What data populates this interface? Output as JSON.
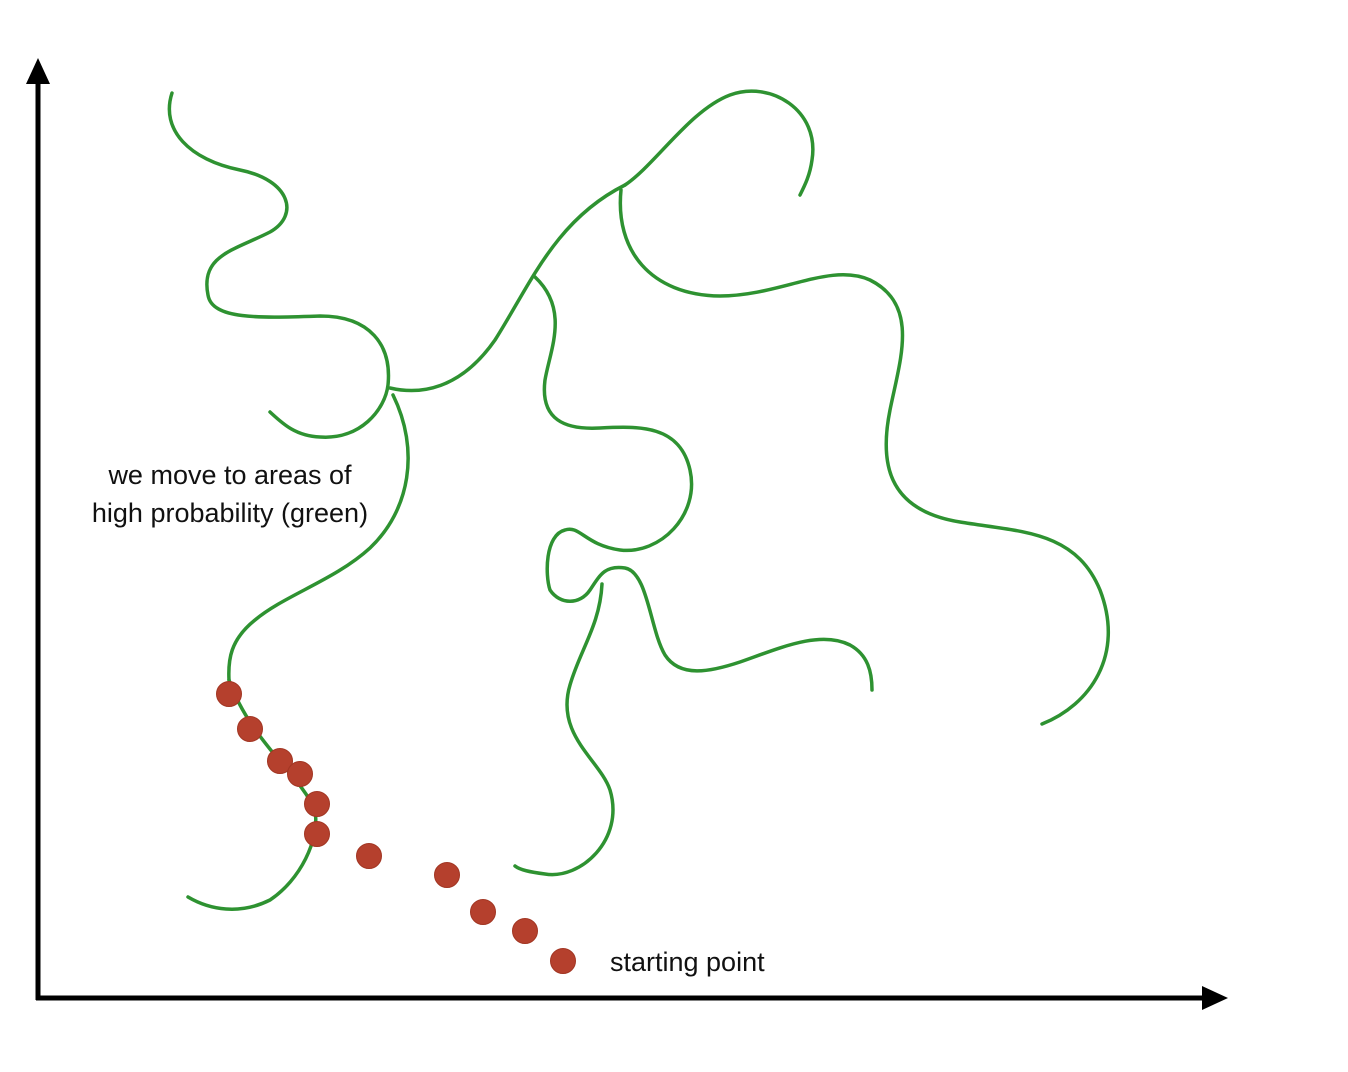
{
  "labels": {
    "high_probability_line1": "we move to areas of",
    "high_probability_line2": "high probability (green)",
    "starting_point": "starting point"
  },
  "colors": {
    "curve": "#2e9231",
    "dot": "#b5402d",
    "axis": "#000000",
    "text": "#111111"
  }
}
